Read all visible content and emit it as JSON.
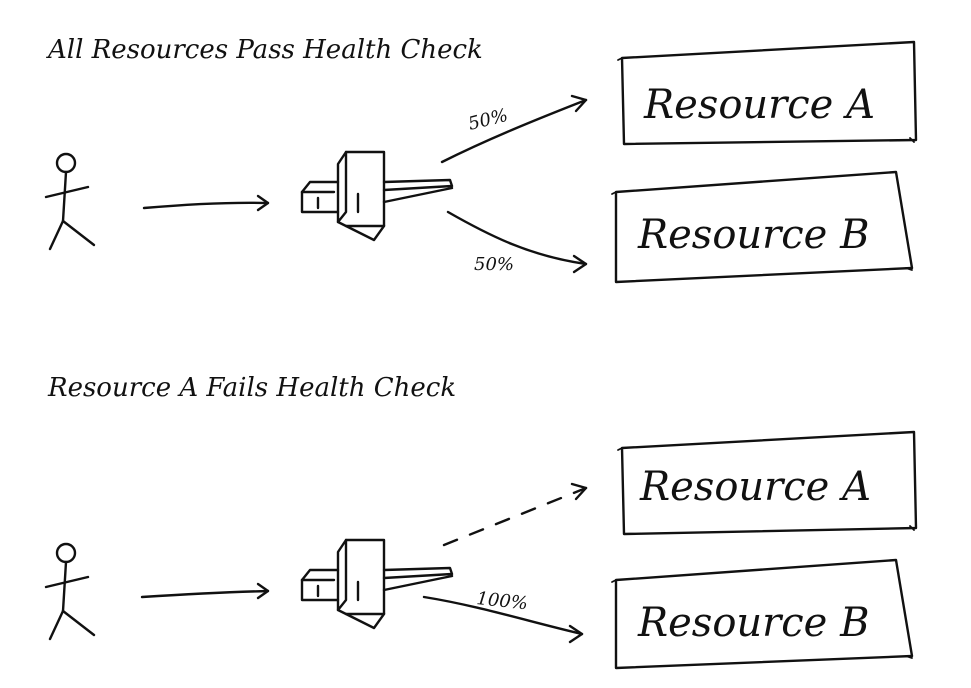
{
  "scenario_healthy": {
    "title": "All Resources Pass Health Check",
    "route_a_percent": "50%",
    "route_b_percent": "50%",
    "resource_a_label": "Resource A",
    "resource_b_label": "Resource B"
  },
  "scenario_failover": {
    "title": "Resource A  Fails Health Check",
    "route_b_percent": "100%",
    "resource_a_label": "Resource A",
    "resource_b_label": "Resource B"
  },
  "colors": {
    "ink": "#111111",
    "background": "#ffffff"
  },
  "icons": {
    "user": "stick-figure-icon",
    "load_balancer": "load-balancer-icon"
  }
}
